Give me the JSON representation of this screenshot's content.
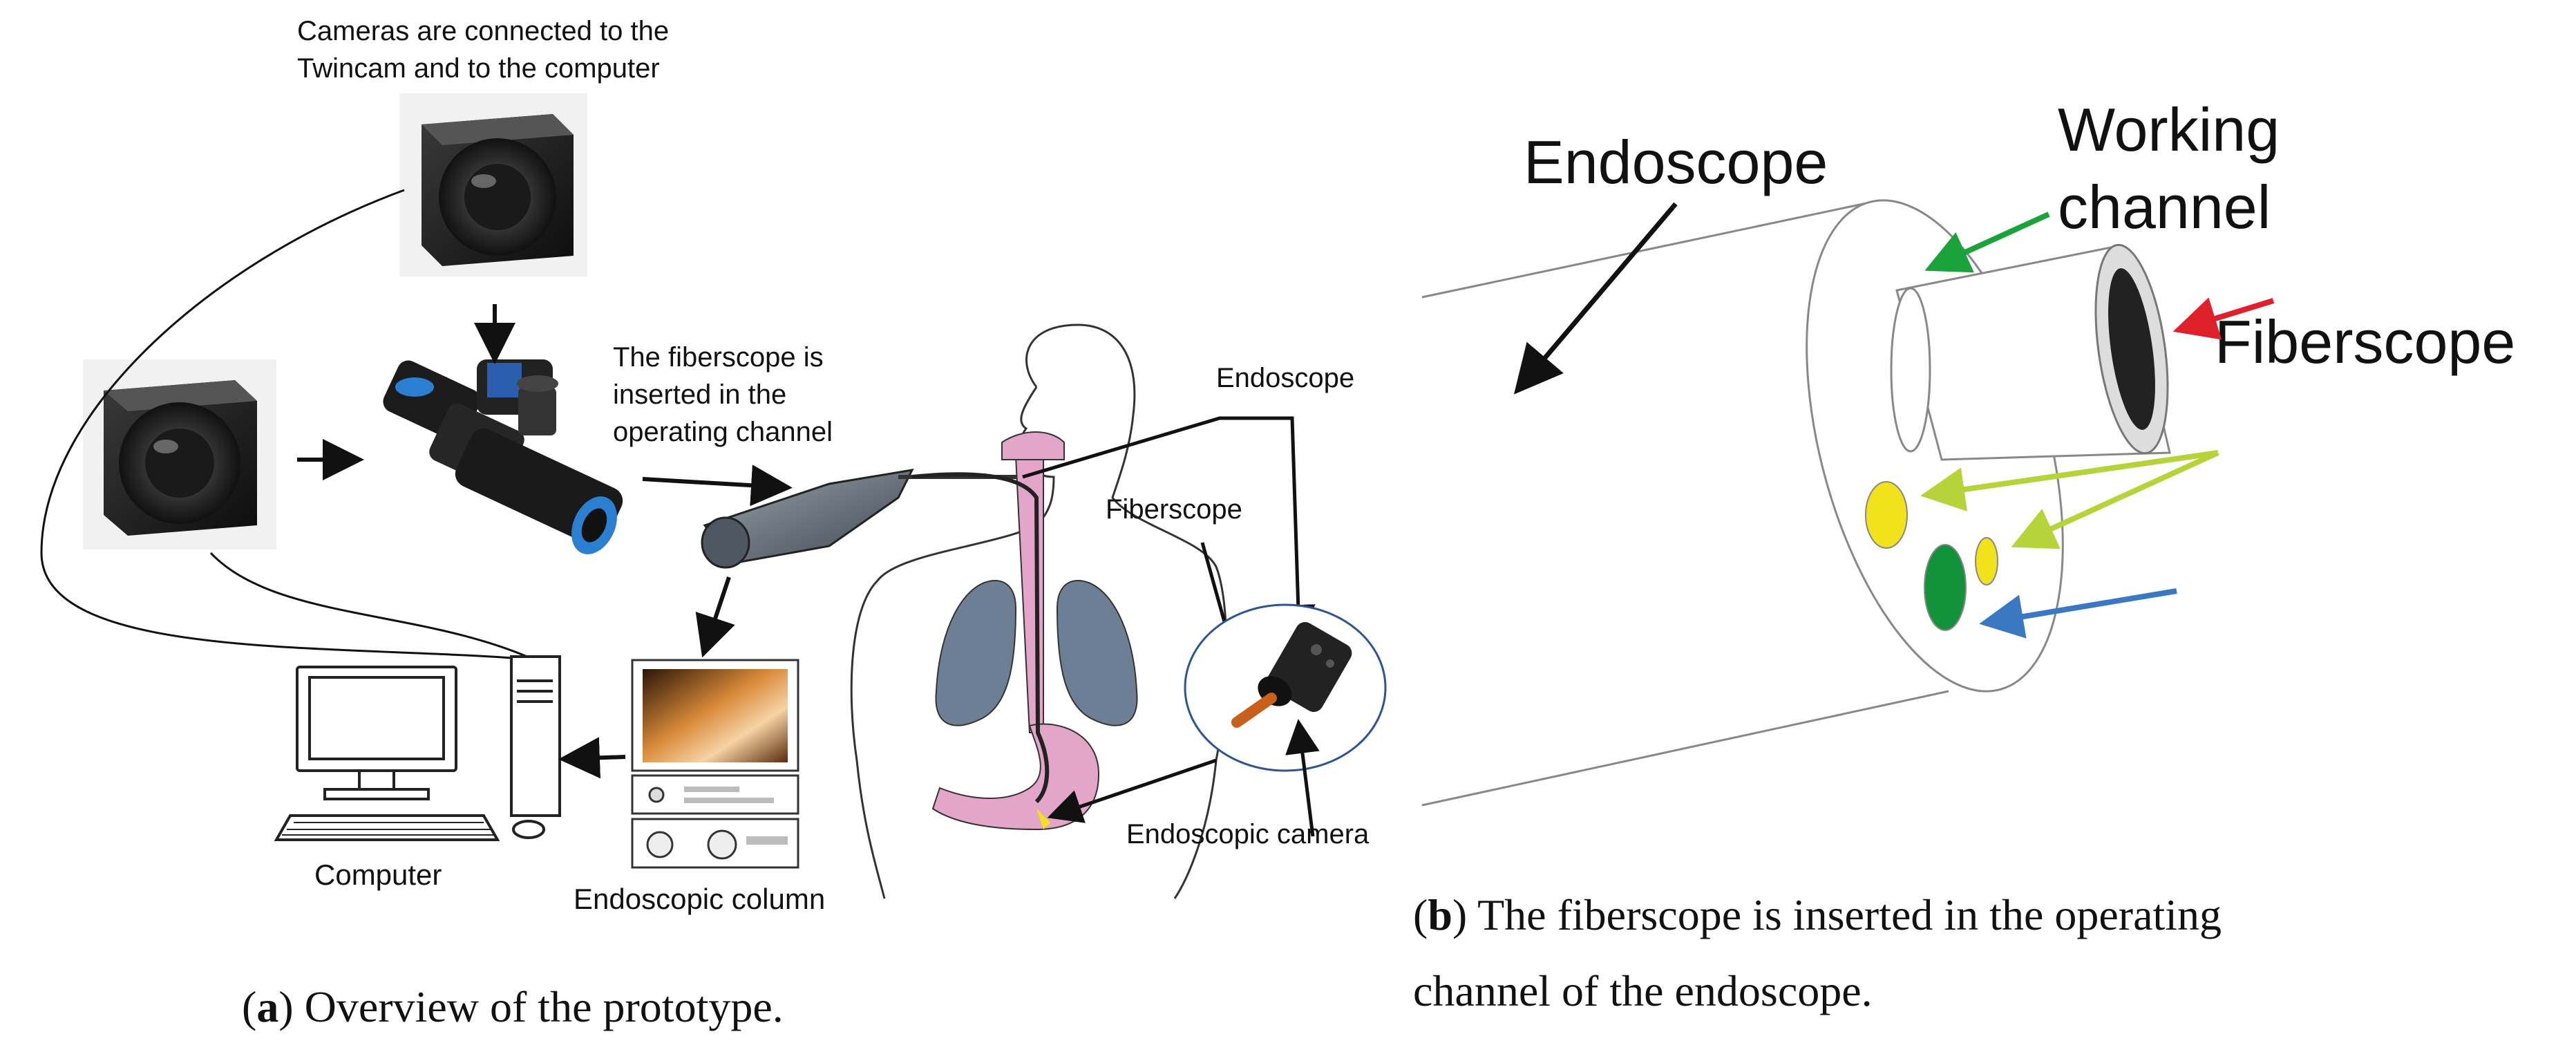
{
  "panel_a": {
    "cameras_label_line1": "Cameras are connected to the",
    "cameras_label_line2": "Twincam and to the computer",
    "fiberscope_inserted_line1": "The fiberscope is",
    "fiberscope_inserted_line2": "inserted in the",
    "fiberscope_inserted_line3": "operating channel",
    "endoscope_label": "Endoscope",
    "fiberscope_label": "Fiberscope",
    "endoscopic_camera_label": "Endoscopic camera",
    "computer_label": "Computer",
    "endoscopic_column_label": "Endoscopic column",
    "caption_letter": "a",
    "caption_text": "Overview of the prototype."
  },
  "panel_b": {
    "endoscope_label": "Endoscope",
    "working_channel_line1": "Working",
    "working_channel_line2": "channel",
    "fiberscope_label": "Fiberscope",
    "caption_letter": "b",
    "caption_line1": "The fiberscope is inserted in the operating",
    "caption_line2": "channel of the endoscope."
  },
  "colors": {
    "lung": "#6d7f94",
    "stomach_pink": "#e4a6c8",
    "working_channel_arrow": "#1aa33a",
    "fiberscope_arrow": "#e0202a",
    "yellow_arrow": "#b6d43a",
    "blue_arrow": "#3b78c2",
    "yellow_port": "#f2e21b",
    "green_port": "#12923a"
  }
}
